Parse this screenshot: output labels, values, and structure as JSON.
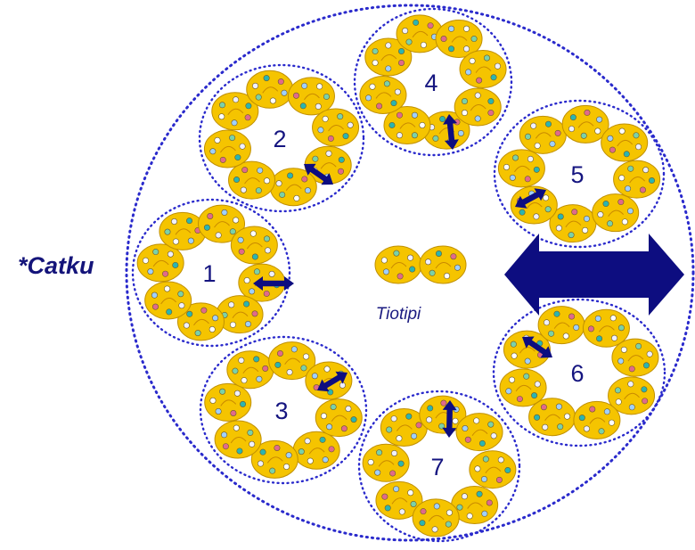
{
  "labels": {
    "left": "*Catku",
    "center": "Tiotipi"
  },
  "groups": [
    {
      "number": "1"
    },
    {
      "number": "2"
    },
    {
      "number": "3"
    },
    {
      "number": "4"
    },
    {
      "number": "5"
    },
    {
      "number": "6"
    },
    {
      "number": "7"
    }
  ],
  "colors": {
    "cell_fill": "#f5c400",
    "cell_stroke": "#c09000",
    "dotted_outline": "#2a2acc",
    "arrow": "#0d0d80",
    "text": "#151580"
  }
}
